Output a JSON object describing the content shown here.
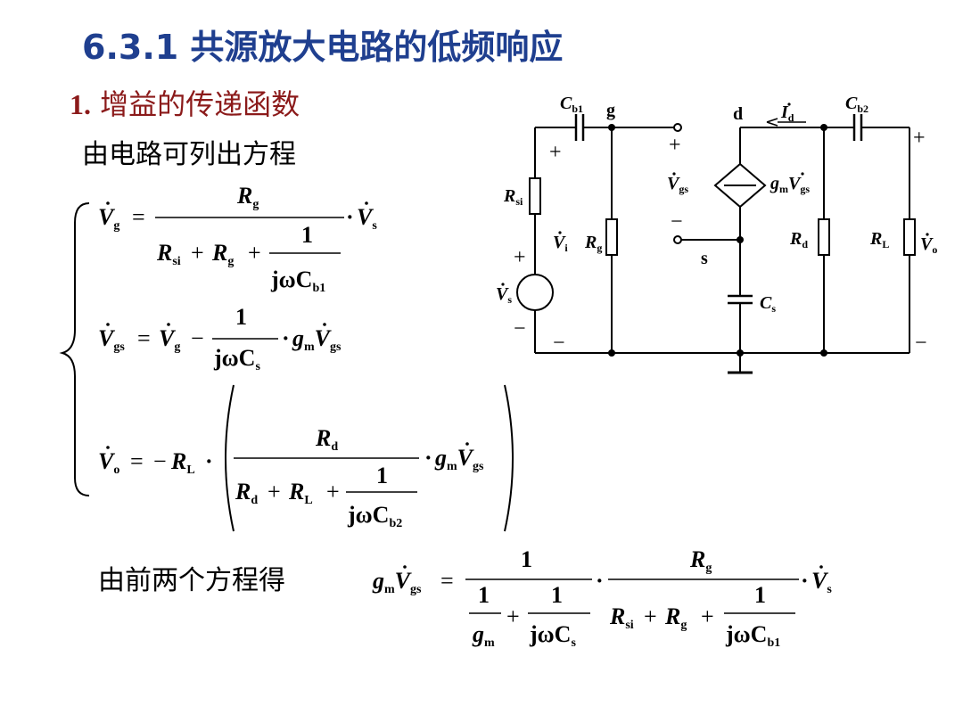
{
  "slide": {
    "title": "6.3.1  共源放大电路的低频响应",
    "section_number": "1.",
    "section_title": "增益的传递函数",
    "intro": "由电路可列出方程",
    "derive_label": "由前两个方程得",
    "title_color": "#1F3F8F",
    "section_color": "#8B1A1A"
  },
  "circuit": {
    "labels": {
      "cb1": "C",
      "cb1_sub": "b1",
      "g": "g",
      "d": "d",
      "s": "s",
      "id": "I",
      "id_sub": "d",
      "cb2": "C",
      "cb2_sub": "b2",
      "rsi": "R",
      "rsi_sub": "si",
      "vgs": "V",
      "vgs_sub": "gs",
      "gm": "g",
      "gm_sub": "m",
      "gm_v": "V",
      "gm_v_sub": "gs",
      "vi": "V",
      "vi_sub": "i",
      "rg": "R",
      "rg_sub": "g",
      "rd": "R",
      "rd_sub": "d",
      "rl": "R",
      "rl_sub": "L",
      "vo": "V",
      "vo_sub": "o",
      "vs": "V",
      "vs_sub": "s",
      "cs": "C",
      "cs_sub": "s",
      "plus": "+",
      "minus": "−"
    }
  },
  "equations": {
    "eq1": {
      "lhs": "V",
      "lhs_sub": "g",
      "num": "R",
      "num_sub": "g",
      "den_a": "R",
      "den_a_sub": "si",
      "den_b": "R",
      "den_b_sub": "g",
      "one": "1",
      "jw": "jωC",
      "jw_sub": "b1",
      "rhs": "V",
      "rhs_sub": "s"
    },
    "eq2": {
      "lhs": "V",
      "lhs_sub": "gs",
      "a": "V",
      "a_sub": "g",
      "one": "1",
      "jw": "jωC",
      "jw_sub": "s",
      "g": "g",
      "g_sub": "m",
      "v": "V",
      "v_sub": "gs"
    },
    "eq3": {
      "lhs": "V",
      "lhs_sub": "o",
      "r": "R",
      "r_sub": "L",
      "num": "R",
      "num_sub": "d",
      "den_a": "R",
      "den_a_sub": "d",
      "den_b": "R",
      "den_b_sub": "L",
      "one": "1",
      "jw": "jωC",
      "jw_sub": "b2",
      "g": "g",
      "g_sub": "m",
      "v": "V",
      "v_sub": "gs"
    },
    "eq4": {
      "g": "g",
      "g_sub": "m",
      "v": "V",
      "v_sub": "gs",
      "one": "1",
      "gm": "g",
      "gm_sub": "m",
      "jw": "jωC",
      "jw_sub": "s",
      "rg": "R",
      "rg_sub": "g",
      "rsi": "R",
      "rsi_sub": "si",
      "jw2": "jωC",
      "jw2_sub": "b1",
      "rhs": "V",
      "rhs_sub": "s"
    }
  }
}
